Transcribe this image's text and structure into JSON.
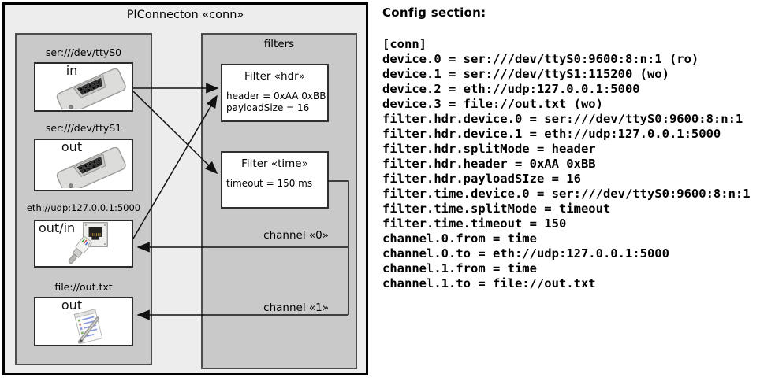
{
  "diagram": {
    "title": "PIConnecton «conn»",
    "devices": [
      {
        "url": "ser:///dev/ttyS0",
        "direction": "in",
        "icon": "serial-connector"
      },
      {
        "url": "ser:///dev/ttyS1",
        "direction": "out",
        "icon": "serial-connector"
      },
      {
        "url": "eth://udp:127.0.0.1:5000",
        "direction": "out/in",
        "icon": "ethernet-jack-and-plug"
      },
      {
        "url": "file://out.txt",
        "direction": "out",
        "icon": "notepad-with-pen"
      }
    ],
    "filters_group": {
      "title": "filters",
      "filters": [
        {
          "title": "Filter «hdr»",
          "attributes": [
            "header = 0xAA 0xBB",
            "payloadSize = 16"
          ]
        },
        {
          "title": "Filter «time»",
          "attributes": [
            "timeout = 150 ms"
          ]
        }
      ]
    },
    "channels": [
      {
        "label": "channel «0»"
      },
      {
        "label": "channel «1»"
      }
    ]
  },
  "config": {
    "heading": "Config section:",
    "lines": [
      "[conn]",
      "device.0 = ser:///dev/ttyS0:9600:8:n:1 (ro)",
      "device.1 = ser:///dev/ttyS1:115200 (wo)",
      "device.2 = eth://udp:127.0.0.1:5000",
      "device.3 = file://out.txt (wo)",
      "filter.hdr.device.0 = ser:///dev/ttyS0:9600:8:n:1",
      "filter.hdr.device.1 = eth://udp:127.0.0.1:5000",
      "filter.hdr.splitMode = header",
      "filter.hdr.header = 0xAA 0xBB",
      "filter.hdr.payloadSIze = 16",
      "filter.time.device.0 = ser:///dev/ttyS0:9600:8:n:1",
      "filter.time.splitMode = timeout",
      "filter.time.timeout = 150",
      "channel.0.from = time",
      "channel.0.to = eth://udp:127.0.0.1:5000",
      "channel.1.from = time",
      "channel.1.to = file://out.txt"
    ]
  },
  "colors": {
    "outer_fill": "#ededed",
    "group_fill": "#c9c9c9",
    "box_fill": "#ffffff",
    "line": "#111111",
    "text": "#000000"
  }
}
